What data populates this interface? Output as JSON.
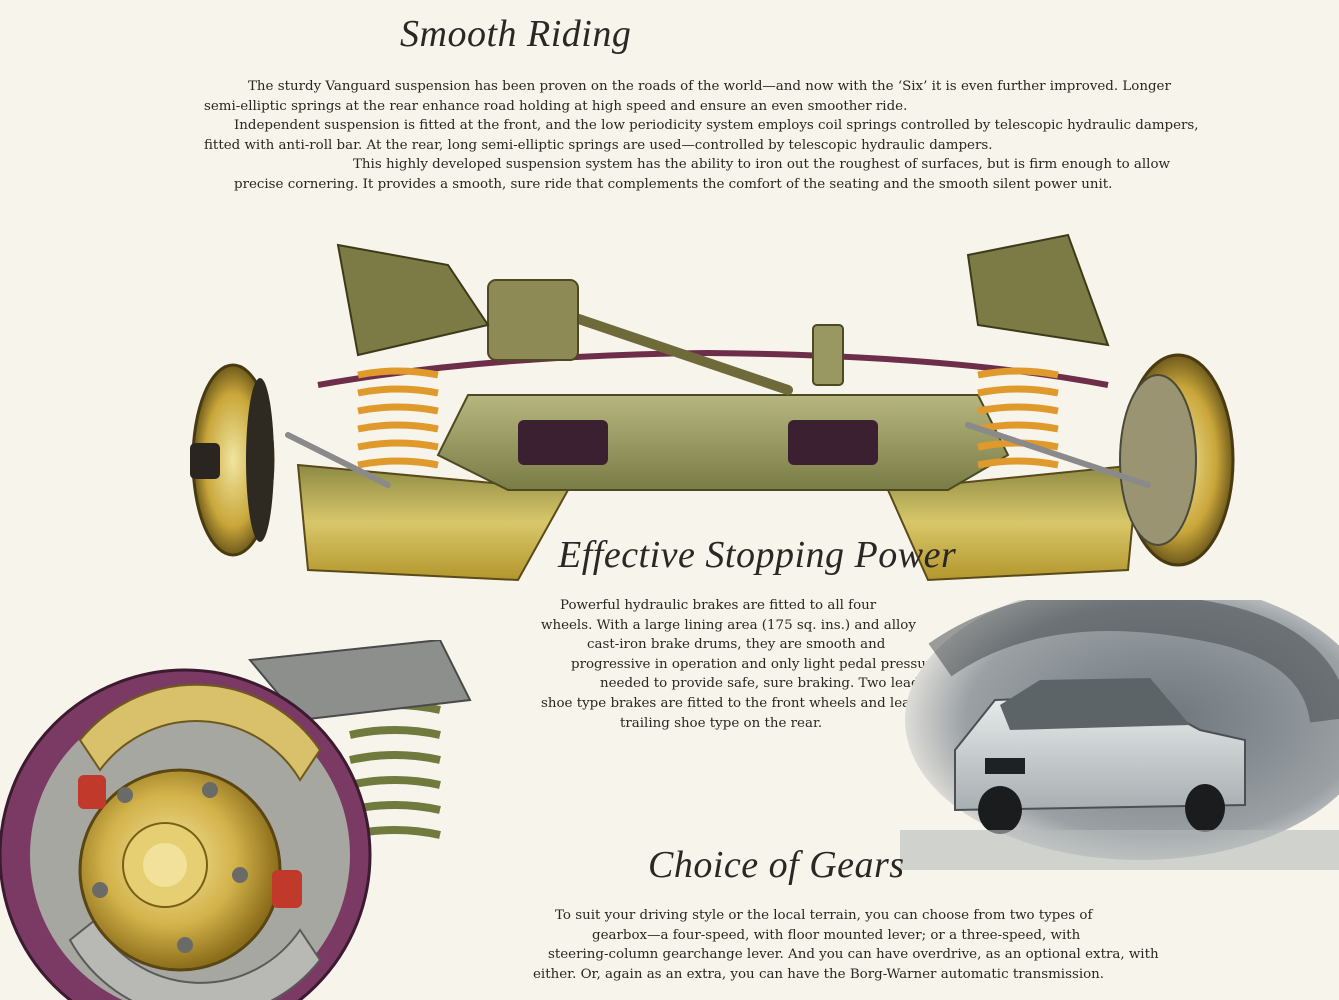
{
  "smooth_riding": {
    "title": "Smooth Riding",
    "lines": [
      "The sturdy Vanguard suspension has been proven on the roads of the world—and now with the ‘Six’ it is even further improved.  Longer",
      "semi-elliptic springs at the rear enhance road holding at high speed and ensure an even smoother ride.",
      "Independent suspension is fitted at the front, and the low periodicity system employs coil springs controlled by telescopic hydraulic dampers,",
      "fitted with anti-roll bar.   At the rear, long semi-elliptic springs are used—controlled by telescopic hydraulic dampers.",
      "This highly developed suspension system has the ability to iron out the roughest of surfaces, but is firm enough to allow",
      "precise cornering.  It provides a smooth, sure ride that complements the comfort of the seating and the smooth silent power unit."
    ]
  },
  "stopping_power": {
    "title": "Effective Stopping Power",
    "lines": [
      "Powerful hydraulic brakes are fitted to all four",
      "wheels.  With a large lining area (175 sq. ins.) and alloy",
      "cast-iron brake drums, they are smooth and",
      "progressive in operation and only light pedal pressure is",
      "needed to provide safe, sure braking.  Two leading",
      "shoe type brakes are fitted to the front wheels and leading and",
      "trailing shoe type on the rear."
    ]
  },
  "choice_of_gears": {
    "title": "Choice of Gears",
    "lines": [
      "To suit your driving style or the local terrain, you can choose from two types of",
      "gearbox—a four-speed, with floor mounted lever; or a three-speed, with",
      "steering-column gearchange lever.  And you can have overdrive, as an optional extra, with",
      "either.  Or, again as an extra, you can have the Borg-Warner automatic transmission."
    ]
  },
  "colors": {
    "paper": "#f7f4ec",
    "metal_gold": "#c9b860",
    "spring_orange": "#d98a2a",
    "brake_purple": "#7b3a63",
    "photo_grey": "#8a9096"
  }
}
